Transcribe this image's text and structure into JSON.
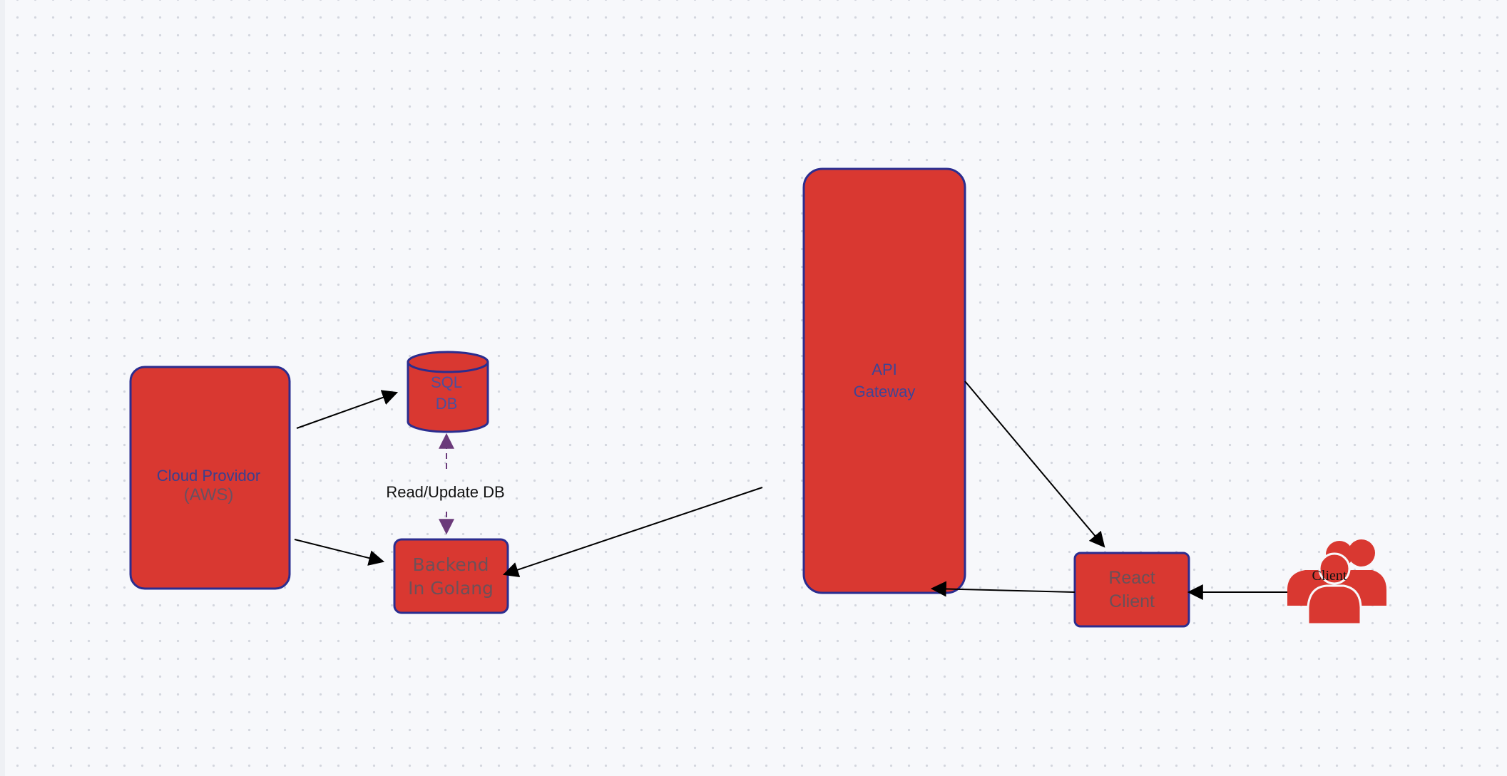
{
  "diagram": {
    "nodes": {
      "cloud_provider": {
        "line1": "Cloud Providor",
        "line2": "(AWS)"
      },
      "sql_db": {
        "line1": "SQL",
        "line2": "DB"
      },
      "backend": {
        "line1": "Backend",
        "line2": "In Golang"
      },
      "api_gateway": {
        "line1": "API",
        "line2": "Gateway"
      },
      "react_client": {
        "line1": "React",
        "line2": "Client"
      },
      "client": {
        "label": "Client",
        "icon": "users-icon"
      }
    },
    "edges": {
      "db_link_label": "Read/Update DB"
    },
    "colors": {
      "node_fill": "#d93831",
      "node_stroke": "#2b2d8f",
      "dashed_arrow": "#6b3a7a",
      "canvas": "#f7f8fb"
    }
  }
}
